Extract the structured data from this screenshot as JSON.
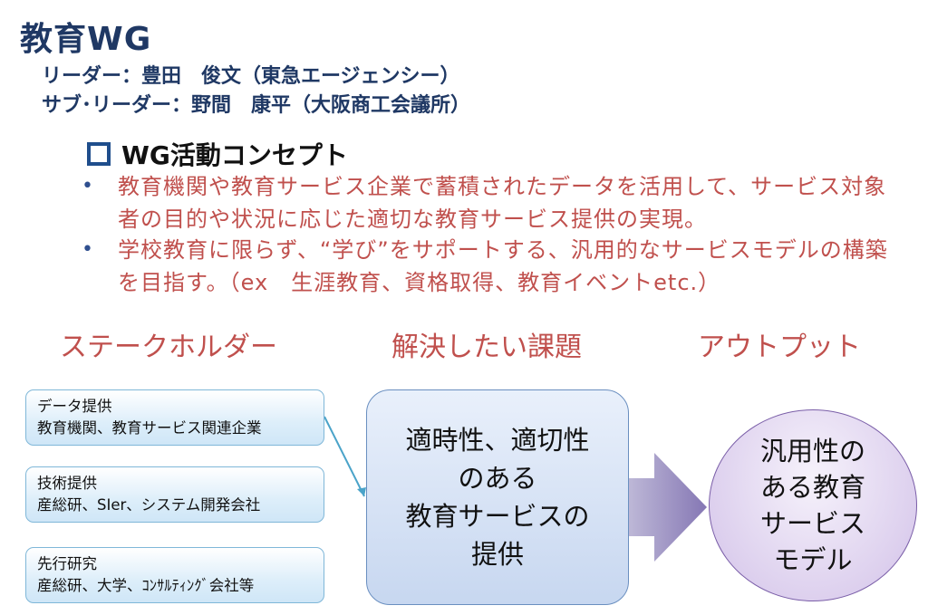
{
  "header": {
    "title": "教育WG",
    "leader": "リーダー：豊田　俊文（東急エージェンシー）",
    "sub_leader": "サブ･リーダー：野間　康平（大阪商工会議所）"
  },
  "concept": {
    "heading": "WG活動コンセプト",
    "bullets": [
      "教育機関や教育サービス企業で蓄積されたデータを活用して、サービス対象者の目的や状況に応じた適切な教育サービス提供の実現。",
      "学校教育に限らず、“学び”をサポートする、汎用的なサービスモデルの構築を目指す。（ex　生涯教育、資格取得、教育イベントetc.）"
    ]
  },
  "columns": {
    "stakeholders": "ステークホルダー",
    "issues": "解決したい課題",
    "output": "アウトプット"
  },
  "stakeholders": [
    {
      "title": "データ提供",
      "detail": "教育機関、教育サービス関連企業"
    },
    {
      "title": "技術提供",
      "detail": "産総研、SIer、システム開発会社"
    },
    {
      "title": "先行研究",
      "detail": "産総研、大学、ｺﾝｻﾙﾃｨﾝｸﾞ会社等"
    }
  ],
  "issue_box": "適時性、適切性\nのある\n教育サービスの\n提供",
  "output_circle": "汎用性の\nある教育\nサービス\nモデル",
  "colors": {
    "title": "#1f3864",
    "accent_red": "#c0504d",
    "arrow": "#8e84b8",
    "connector": "#4aa3c9"
  }
}
